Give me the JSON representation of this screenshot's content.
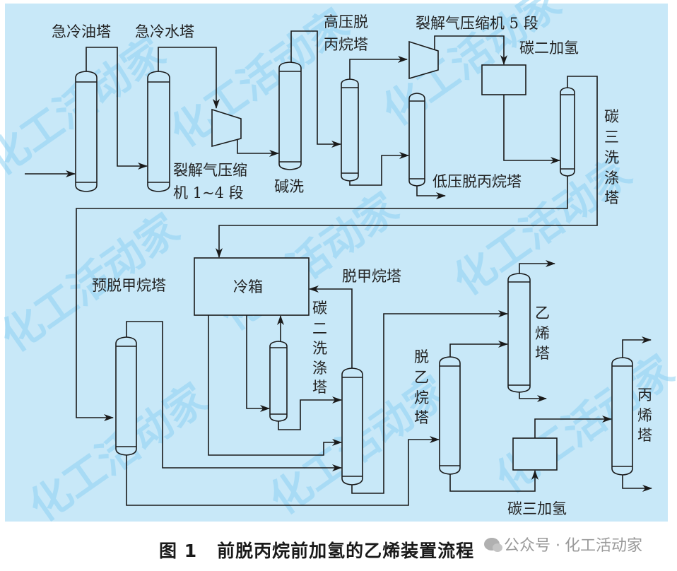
{
  "figure": {
    "caption_number": "图 1",
    "caption_title": "前脱丙烷前加氢的乙烯装置流程",
    "credit_prefix": "公众号 ·",
    "credit_name": "化工活动家",
    "watermark_text": "化工活动家"
  },
  "colors": {
    "panel_background": "#c8e8f8",
    "line": "#1a1a1a",
    "watermark": "#8fd2f4"
  },
  "equipment_labels": {
    "quench_oil_tower": "急冷油塔",
    "quench_water_tower": "急冷水塔",
    "cracked_gas_compressor_1_4_line1": "裂解气压缩",
    "cracked_gas_compressor_1_4_line2": "机 1~4 段",
    "caustic_wash": "碱洗",
    "hp_depropanizer_line1": "高压脱",
    "hp_depropanizer_line2": "丙烷塔",
    "cracked_gas_compressor_5": "裂解气压缩机 5 段",
    "c2_hydrogenation": "碳二加氢",
    "lp_depropanizer": "低压脱丙烷塔",
    "c3_wash_tower": [
      "碳",
      "三",
      "洗",
      "涤",
      "塔"
    ],
    "pre_demethanizer": "预脱甲烷塔",
    "cold_box": "冷箱",
    "demethanizer": "脱甲烷塔",
    "c2_wash_tower": [
      "碳",
      "二",
      "洗",
      "涤",
      "塔"
    ],
    "ethylene_tower": [
      "乙",
      "烯",
      "塔"
    ],
    "deethanizer": [
      "脱",
      "乙",
      "烷",
      "塔"
    ],
    "propylene_tower": [
      "丙",
      "烯",
      "塔"
    ],
    "c3_hydrogenation": "碳三加氢"
  }
}
